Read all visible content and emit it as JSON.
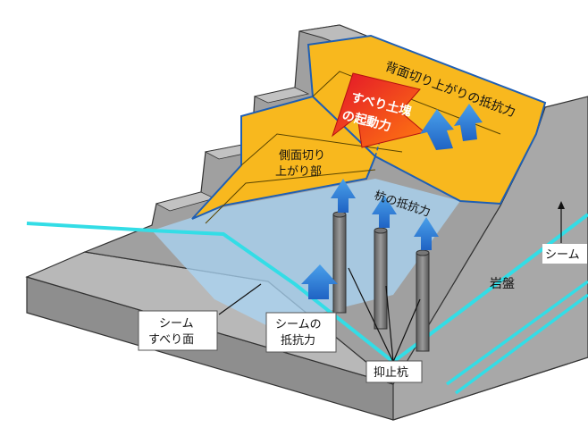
{
  "labels": {
    "back_scarp": "背面切り上がりの抵抗力",
    "slide_force_line1": "すべり土塊",
    "slide_force_line2": "の起動力",
    "side_scarp_line1": "側面切り",
    "side_scarp_line2": "上がり部",
    "pile_resistance": "杭の抵抗力",
    "seam": "シーム",
    "bedrock": "岩盤",
    "seam_slip_line1": "シーム",
    "seam_slip_line2": "すべり面",
    "seam_resist_line1": "シームの",
    "seam_resist_line2": "抵抗力",
    "piles": "抑止杭"
  },
  "colors": {
    "rock_top": "#b4b4b4",
    "rock_front": "#8c8c8c",
    "rock_side": "#a2a2a2",
    "slide_mass": "#f8b81e",
    "slip_plane": "#a9d6f5",
    "seam_line": "#33dde6",
    "arrow_blue": "#2f7fd6",
    "arrow_red": "#ef2d1b"
  }
}
